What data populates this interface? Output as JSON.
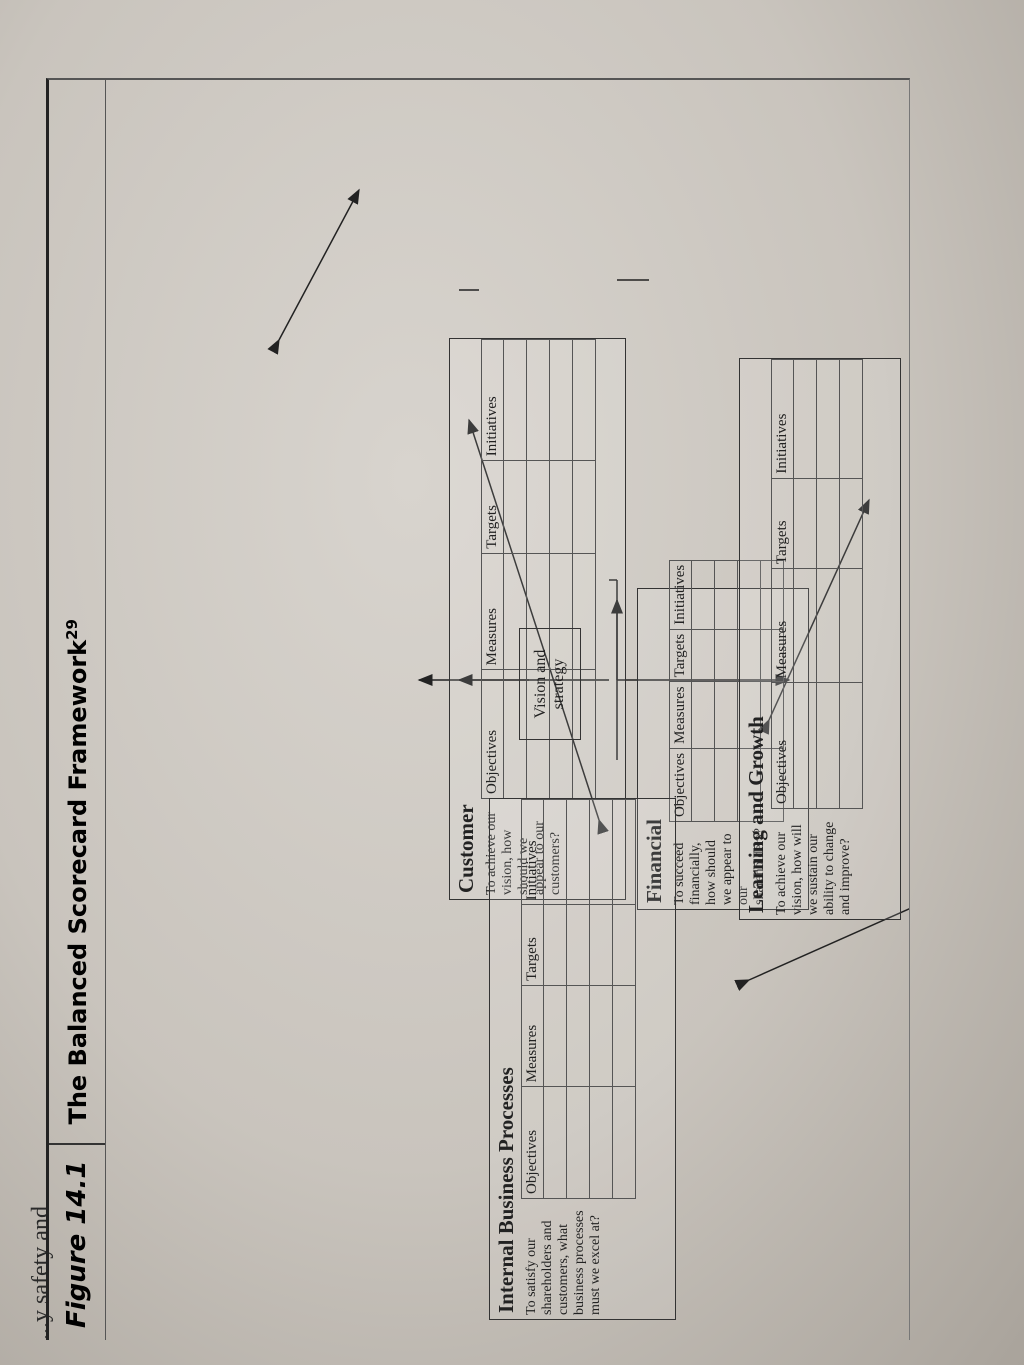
{
  "header_fragment": "...y safety and",
  "figure": {
    "label": "Figure 14.1",
    "title": "The Balanced Scorecard Framework",
    "footnote": "29"
  },
  "columns": [
    "Objectives",
    "Measures",
    "Targets",
    "Initiatives"
  ],
  "center": {
    "label": "Vision and strategy"
  },
  "perspectives": {
    "financial": {
      "title": "Financial",
      "question": "To succeed financially, how should we appear to our shareholders?"
    },
    "customer": {
      "title": "Customer",
      "question": "To achieve our vision, how should we appear to our customers?"
    },
    "internal": {
      "title": "Internal Business Processes",
      "question": "To satisfy our shareholders and customers, what business processes must we excel at?"
    },
    "learning": {
      "title": "Learning and Growth",
      "question": "To achieve our vision, how will we sustain our ability to change and improve?"
    }
  }
}
